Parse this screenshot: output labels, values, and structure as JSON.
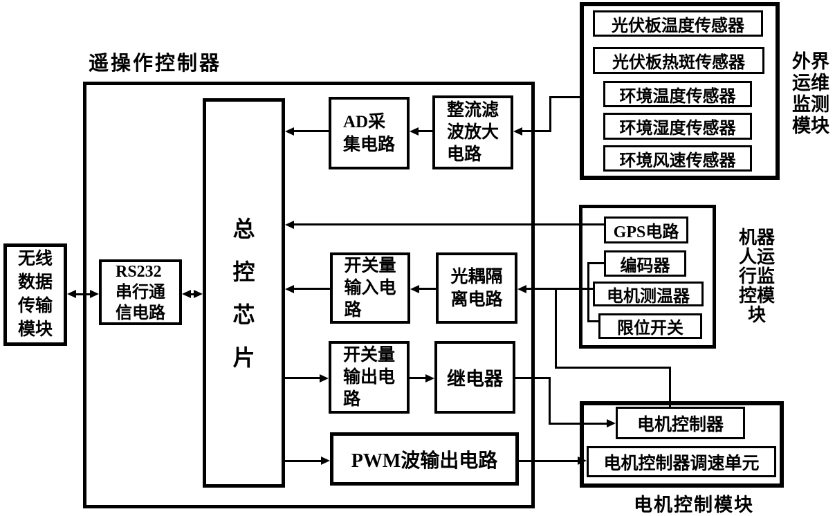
{
  "title": "遥操作控制器",
  "colors": {
    "line": "#000000",
    "background": "#ffffff"
  },
  "wireless_module": {
    "label": "无线\n数据\n传输\n模块"
  },
  "controller": {
    "rs232": "RS232\n串行通\n信电路",
    "main_chip": "总\n控\n芯\n片",
    "ad_circuit": "AD采\n集电路",
    "rectifier_circuit": "整流滤\n波放大\n电路",
    "switch_input": "开关量\n输入电\n路",
    "opto_isolation": "光耦隔\n离电路",
    "switch_output": "开关量\n输出电\n路",
    "relay": "继电器",
    "pwm_output": "PWM波输出电路"
  },
  "env_module": {
    "label": "外界\n运维\n监测\n模块",
    "sensors": [
      "光伏板温度传感器",
      "光伏板热斑传感器",
      "环境温度传感器",
      "环境湿度传感器",
      "环境风速传感器"
    ]
  },
  "robot_module": {
    "label": "机器\n人运\n行监\n控模\n块",
    "items": [
      "GPS电路",
      "编码器",
      "电机测温器",
      "限位开关"
    ]
  },
  "motor_module": {
    "label": "电机控制模块",
    "items": [
      "电机控制器",
      "电机控制器调速单元"
    ]
  }
}
